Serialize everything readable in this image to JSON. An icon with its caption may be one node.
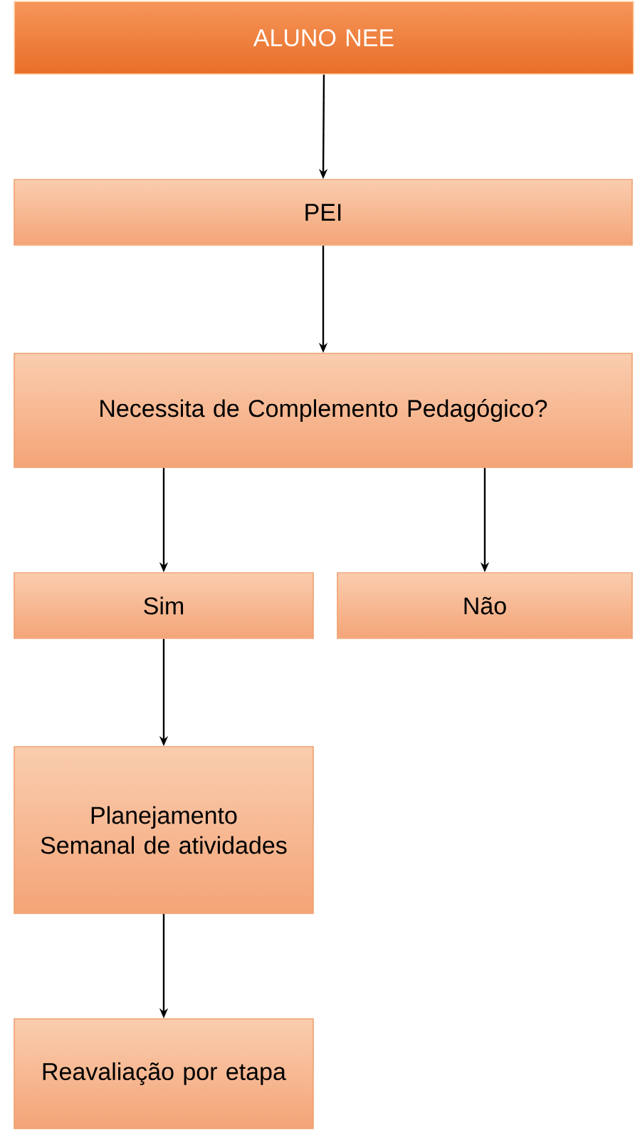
{
  "diagram": {
    "nodes": [
      {
        "text": [
          "ALUNO NEE"
        ]
      },
      {
        "text": [
          "PEI"
        ]
      },
      {
        "text": [
          "Necessita de Complemento Pedagógico?"
        ]
      },
      {
        "text": [
          "Sim"
        ]
      },
      {
        "text": [
          "Não"
        ]
      },
      {
        "text": [
          "Planejamento Semanal de atividades"
        ]
      },
      {
        "text": [
          "Reavaliação por etapa"
        ]
      }
    ],
    "edges": [
      {
        "from": 0,
        "to": 1,
        "arrow": "to"
      },
      {
        "from": 1,
        "to": 2,
        "arrow": "to"
      },
      {
        "from": 2,
        "to": 3,
        "arrow": "to"
      },
      {
        "from": 2,
        "to": 4,
        "arrow": "to"
      },
      {
        "from": 3,
        "to": 5,
        "arrow": "to"
      },
      {
        "from": 5,
        "to": 6,
        "arrow": "to"
      }
    ]
  }
}
